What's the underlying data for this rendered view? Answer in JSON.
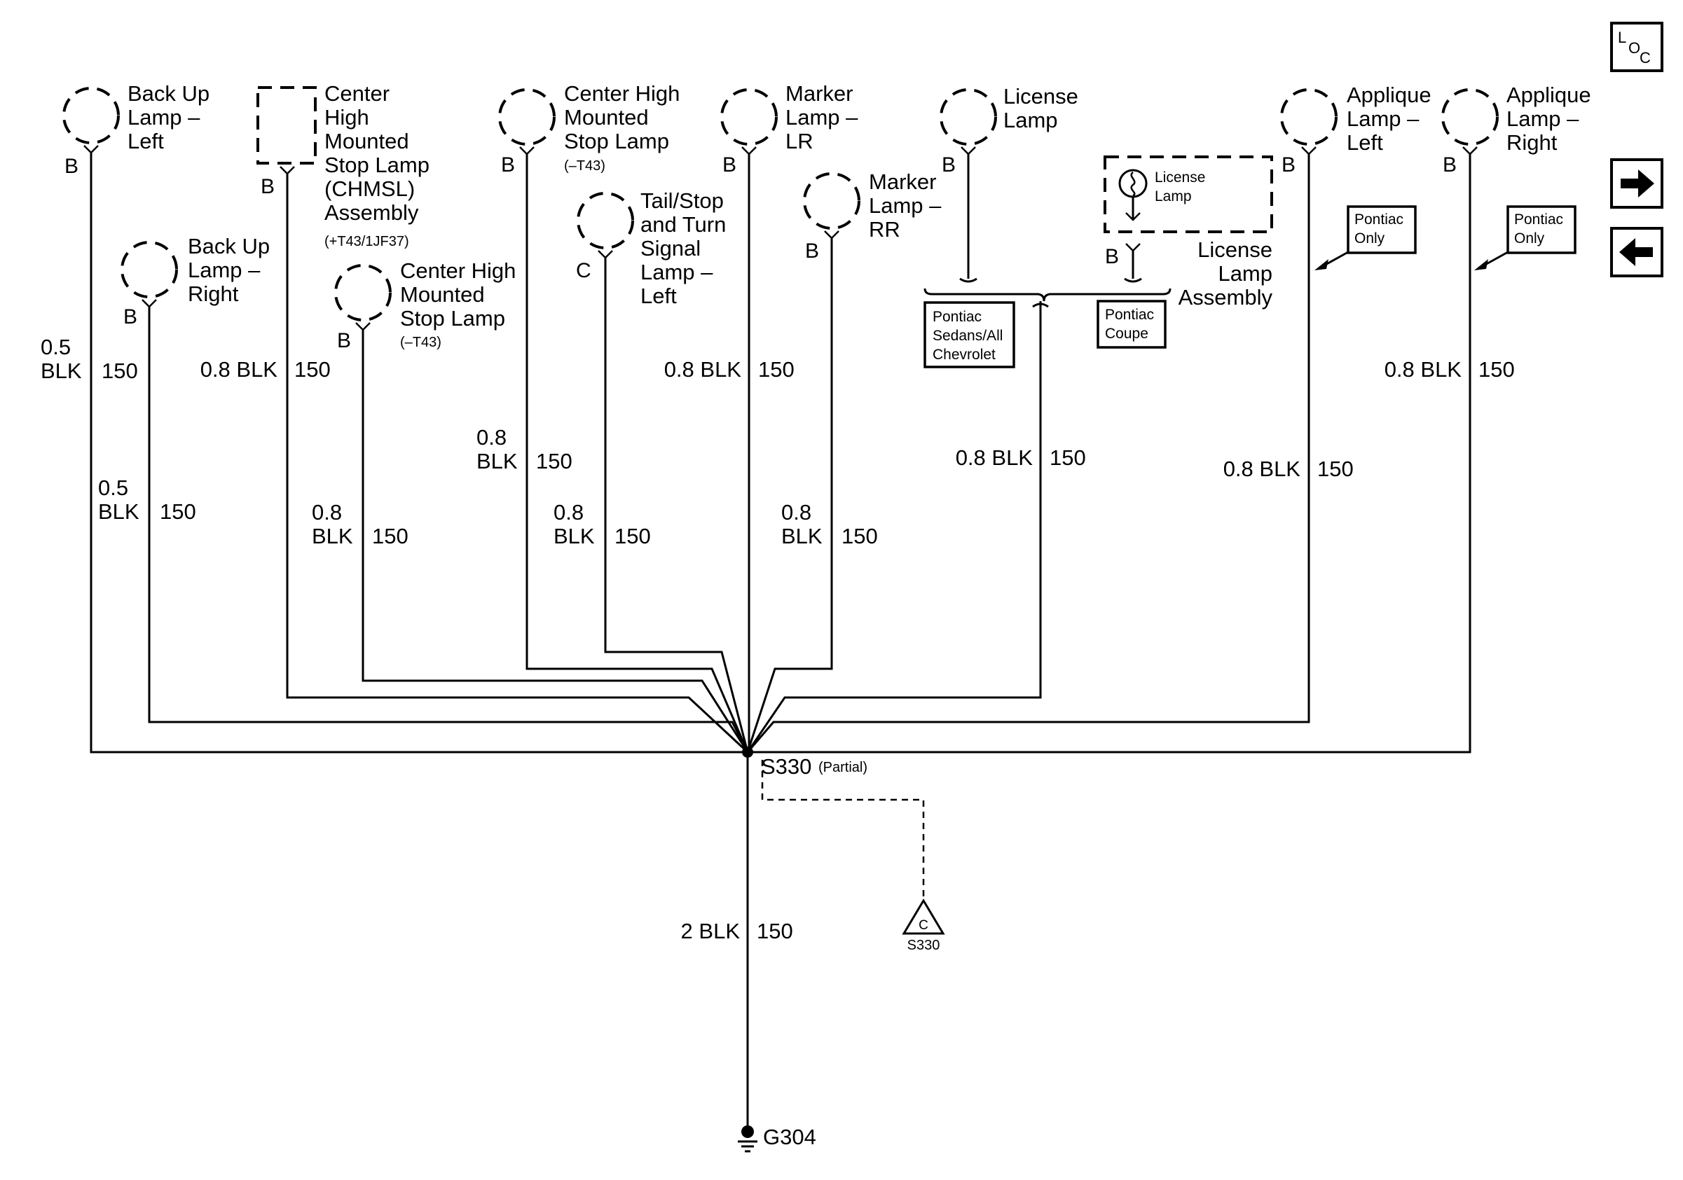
{
  "nav": {
    "loc_letters": [
      "L",
      "O",
      "C"
    ],
    "next_icon": "arrow-right-icon",
    "prev_icon": "arrow-left-icon"
  },
  "components": {
    "backup_left": [
      "Back Up",
      "Lamp –",
      "Left"
    ],
    "backup_right": [
      "Back Up",
      "Lamp –",
      "Right"
    ],
    "chmsl_assembly": [
      "Center",
      "High",
      "Mounted",
      "Stop Lamp",
      "(CHMSL)",
      "Assembly"
    ],
    "chmsl_assembly_option": "(+T43/1JF37)",
    "chmsl_top": [
      "Center High",
      "Mounted",
      "Stop Lamp"
    ],
    "chmsl_top_option": "(–T43)",
    "chmsl_mid": [
      "Center High",
      "Mounted",
      "Stop Lamp"
    ],
    "chmsl_mid_option": "(–T43)",
    "tail_left": [
      "Tail/Stop",
      "and Turn",
      "Signal",
      "Lamp –",
      "Left"
    ],
    "marker_lr": [
      "Marker",
      "Lamp –",
      "LR"
    ],
    "marker_rr": [
      "Marker",
      "Lamp –",
      "RR"
    ],
    "license_lamp": [
      "License",
      "Lamp"
    ],
    "license_assembly": [
      "License",
      "Lamp",
      "Assembly"
    ],
    "license_inner": [
      "License",
      "Lamp"
    ],
    "applique_left": [
      "Applique",
      "Lamp –",
      "Left"
    ],
    "applique_right": [
      "Applique",
      "Lamp –",
      "Right"
    ]
  },
  "pins": {
    "backup_left": "B",
    "backup_right": "B",
    "chmsl_assembly": "B",
    "chmsl_top": "B",
    "chmsl_mid": "B",
    "tail_left": "C",
    "marker_lr": "B",
    "marker_rr": "B",
    "license_lamp": "B",
    "license_assembly": "B",
    "applique_left": "B",
    "applique_right": "B"
  },
  "wires": {
    "backup_left": {
      "size": [
        "0.5",
        "BLK"
      ],
      "circuit": "150"
    },
    "backup_right": {
      "size": [
        "0.5",
        "BLK"
      ],
      "circuit": "150"
    },
    "chmsl_assembly": {
      "size": [
        "0.8 BLK"
      ],
      "circuit": "150"
    },
    "chmsl_mid": {
      "size": [
        "0.8",
        "BLK"
      ],
      "circuit": "150"
    },
    "chmsl_top": {
      "size": [
        "0.8",
        "BLK"
      ],
      "circuit": "150"
    },
    "tail_left": {
      "size": [
        "0.8",
        "BLK"
      ],
      "circuit": "150"
    },
    "marker_lr": {
      "size": [
        "0.8 BLK"
      ],
      "circuit": "150"
    },
    "marker_rr": {
      "size": [
        "0.8",
        "BLK"
      ],
      "circuit": "150"
    },
    "license": {
      "size": [
        "0.8 BLK"
      ],
      "circuit": "150"
    },
    "applique_left": {
      "size": [
        "0.8 BLK"
      ],
      "circuit": "150"
    },
    "applique_right": {
      "size": [
        "0.8 BLK"
      ],
      "circuit": "150"
    },
    "ground": {
      "size": [
        "2 BLK"
      ],
      "circuit": "150"
    }
  },
  "option_boxes": {
    "sedans": [
      "Pontiac",
      "Sedans/All",
      "Chevrolet"
    ],
    "coupe": [
      "Pontiac",
      "Coupe"
    ],
    "pontiac_only_left": [
      "Pontiac",
      "Only"
    ],
    "pontiac_only_right": [
      "Pontiac",
      "Only"
    ]
  },
  "splice": {
    "name": "S330",
    "note": "(Partial)",
    "ref_letter": "C",
    "ref_name": "S330"
  },
  "ground": {
    "name": "G304"
  }
}
